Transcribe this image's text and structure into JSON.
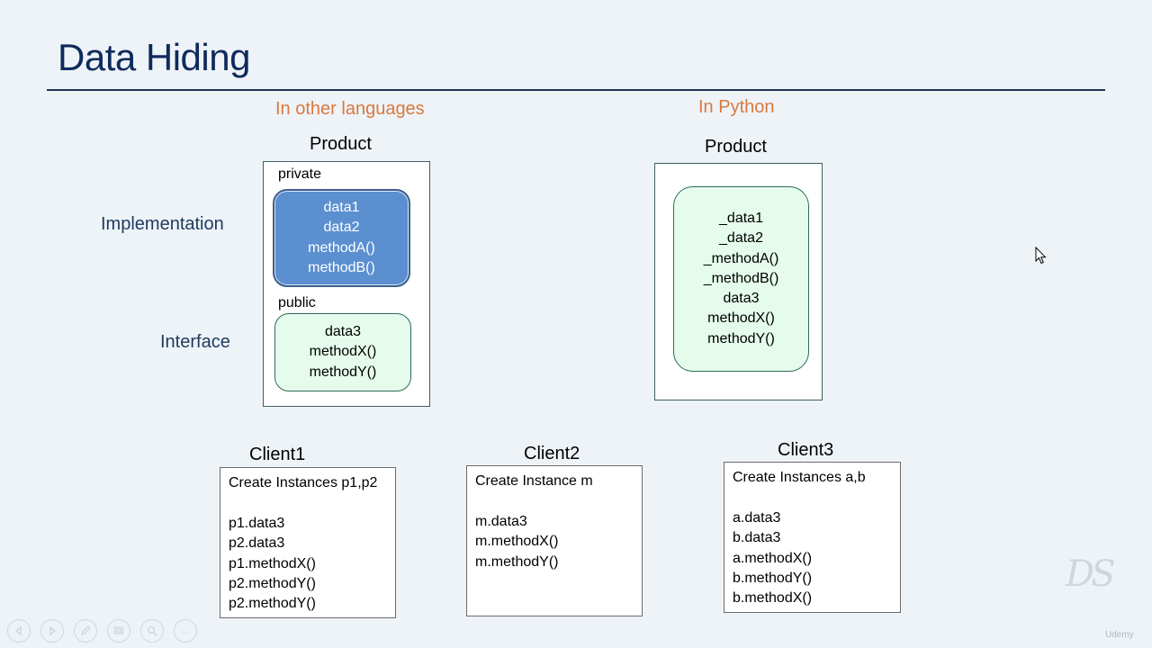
{
  "title": "Data Hiding",
  "left": {
    "caption": "In other languages",
    "heading": "Product",
    "private_label": "private",
    "public_label": "public",
    "implementation_label": "Implementation",
    "interface_label": "Interface",
    "private_items": [
      "data1",
      "data2",
      "methodA()",
      "methodB()"
    ],
    "public_items": [
      "data3",
      "methodX()",
      "methodY()"
    ]
  },
  "right": {
    "caption": "In Python",
    "heading": "Product",
    "items": [
      "_data1",
      "_data2",
      "_methodA()",
      "_methodB()",
      "data3",
      "methodX()",
      "methodY()"
    ]
  },
  "clients": [
    {
      "heading": "Client1",
      "lines": [
        "Create Instances p1,p2",
        "",
        "p1.data3",
        "p2.data3",
        "p1.methodX()",
        "p2.methodY()",
        "p2.methodY()"
      ]
    },
    {
      "heading": "Client2",
      "lines": [
        "Create Instance m",
        "",
        "m.data3",
        "m.methodX()",
        "m.methodY()"
      ]
    },
    {
      "heading": "Client3",
      "lines": [
        "Create Instances a,b",
        "",
        "a.data3",
        "b.data3",
        "a.methodX()",
        "b.methodY()",
        "b.methodX()"
      ]
    }
  ],
  "watermark": {
    "logo": "DS",
    "brand": "Udemy"
  },
  "toolbar": {
    "icons": [
      "previous-icon",
      "next-icon",
      "pen-icon",
      "slides-icon",
      "zoom-icon",
      "more-icon"
    ],
    "more_text": "..."
  }
}
